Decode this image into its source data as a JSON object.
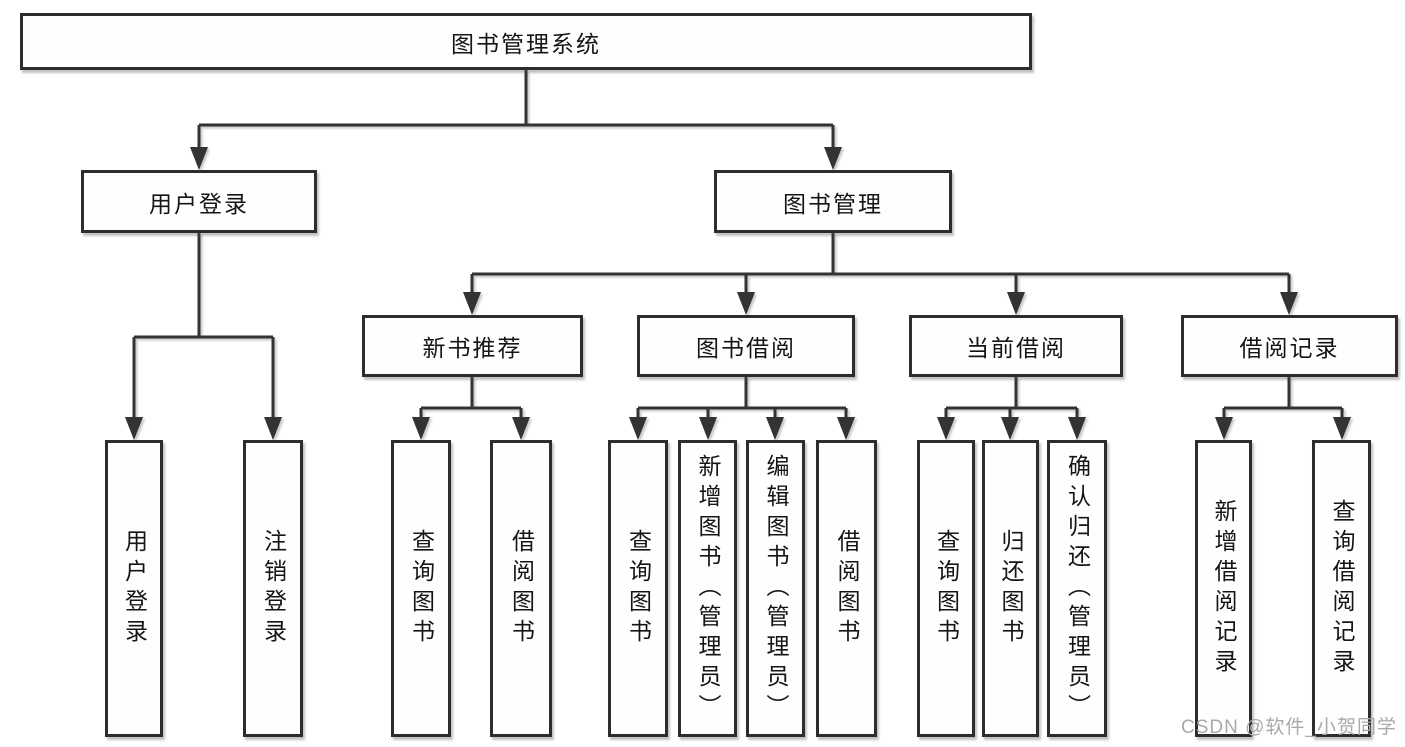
{
  "colors": {
    "line": "#333333",
    "box_border": "#2d2d2d",
    "text": "#151515",
    "watermark": "#a9a9a9",
    "background": "#ffffff"
  },
  "tree": {
    "label": "图书管理系统",
    "children": [
      {
        "label": "用户登录",
        "children": [
          {
            "label": "用户登录"
          },
          {
            "label": "注销登录"
          }
        ]
      },
      {
        "label": "图书管理",
        "children": [
          {
            "label": "新书推荐",
            "children": [
              {
                "label": "查询图书"
              },
              {
                "label": "借阅图书"
              }
            ]
          },
          {
            "label": "图书借阅",
            "children": [
              {
                "label": "查询图书"
              },
              {
                "label": "新增图书（管理员）"
              },
              {
                "label": "编辑图书（管理员）"
              },
              {
                "label": "借阅图书"
              }
            ]
          },
          {
            "label": "当前借阅",
            "children": [
              {
                "label": "查询图书"
              },
              {
                "label": "归还图书"
              },
              {
                "label": "确认归还（管理员）"
              }
            ]
          },
          {
            "label": "借阅记录",
            "children": [
              {
                "label": "新增借阅记录"
              },
              {
                "label": "查询借阅记录"
              }
            ]
          }
        ]
      }
    ]
  },
  "watermark": {
    "text": "CSDN @软件_小贺同学"
  }
}
